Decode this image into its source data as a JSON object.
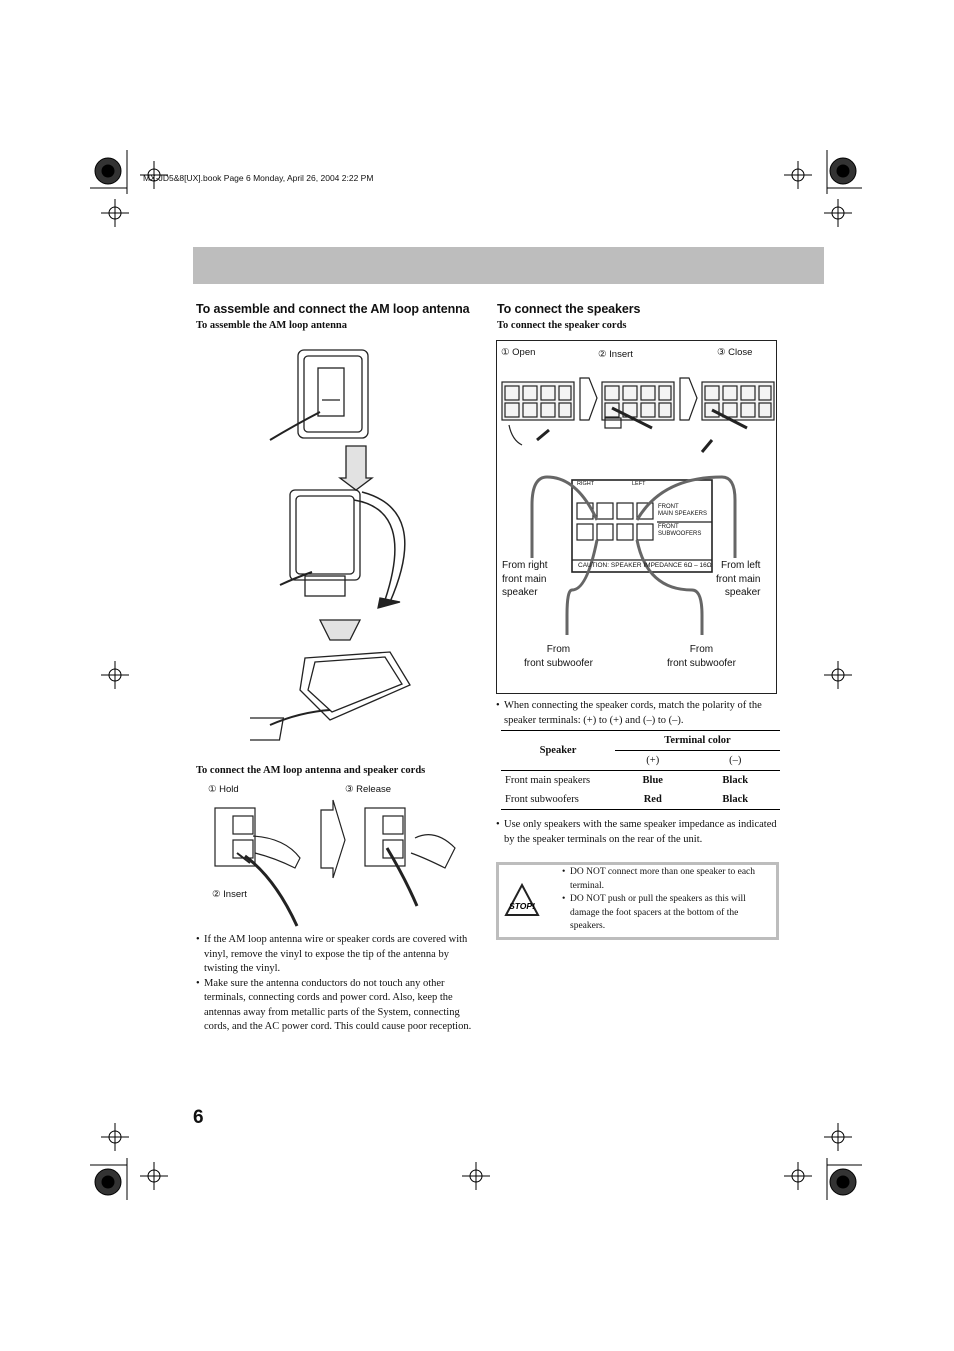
{
  "header": {
    "file_info": "MX-JD5&8[UX].book  Page 6  Monday, April 26, 2004  2:22 PM"
  },
  "left": {
    "title": "To assemble and connect the AM loop antenna",
    "subtitle": "To assemble the AM loop antenna",
    "connect_title": "To connect the AM loop antenna and speaker cords",
    "steps": {
      "hold": "① Hold",
      "release": "③ Release",
      "insert": "② Insert"
    },
    "notes": [
      "If the AM loop antenna wire or speaker cords are covered with vinyl, remove the vinyl to expose the tip of the antenna by twisting the vinyl.",
      "Make sure the antenna conductors do not touch any other terminals, connecting cords and power cord. Also, keep the antennas away from metallic parts of the System, connecting cords, and the AC power cord. This could cause poor reception."
    ]
  },
  "right": {
    "title": "To connect the speakers",
    "subtitle": "To connect the speaker cords",
    "diagram": {
      "open": "① Open",
      "insert": "② Insert",
      "close": "③ Close",
      "panel_right": "RIGHT",
      "panel_left": "LEFT",
      "panel_front_main": "FRONT\nMAIN SPEAKERS",
      "panel_front_sub": "FRONT\nSUBWOOFERS",
      "panel_caution": "CAUTION:  SPEAKER IMPEDANCE  6Ω – 16Ω",
      "from_right": "From right\nfront main\nspeaker",
      "from_left": "From left\nfront main\nspeaker",
      "from_sub_left": "From\nfront subwoofer",
      "from_sub_right": "From\nfront subwoofer"
    },
    "polarity_note": "When connecting the speaker cords, match the polarity of the speaker terminals: (+) to (+) and (–) to (–).",
    "table": {
      "col_speaker": "Speaker",
      "col_terminal": "Terminal color",
      "col_plus": "(+)",
      "col_minus": "(–)",
      "rows": [
        {
          "speaker": "Front main speakers",
          "plus": "Blue",
          "minus": "Black"
        },
        {
          "speaker": "Front subwoofers",
          "plus": "Red",
          "minus": "Black"
        }
      ]
    },
    "impedance_note": "Use only speakers with the same speaker impedance as indicated by the speaker terminals on the rear of the unit.",
    "caution": {
      "icon_text": "STOP!",
      "items": [
        "DO NOT connect more than one speaker to each terminal.",
        "DO NOT push or pull the speakers as this will damage the foot spacers at the bottom of the speakers."
      ]
    }
  },
  "page_number": "6"
}
